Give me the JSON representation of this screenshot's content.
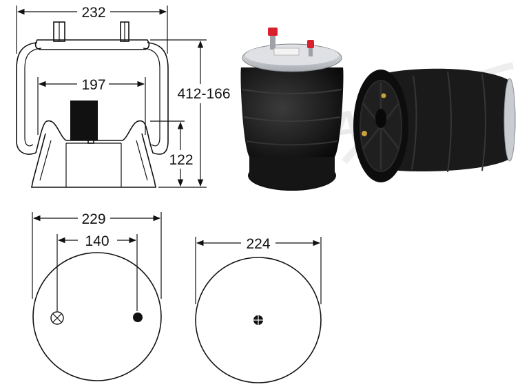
{
  "dimensions": {
    "top_width": "232",
    "inner_width": "197",
    "height_range": "412-166",
    "piston_height": "122",
    "bottom_plate_diameter": "229",
    "stud_spacing": "140",
    "top_plate_diameter": "224"
  },
  "watermark": "AAP",
  "colors": {
    "line": "#111111",
    "bellows": "#1c1c1c",
    "plate": "#c8cbd0",
    "pin": "#d9202c"
  }
}
